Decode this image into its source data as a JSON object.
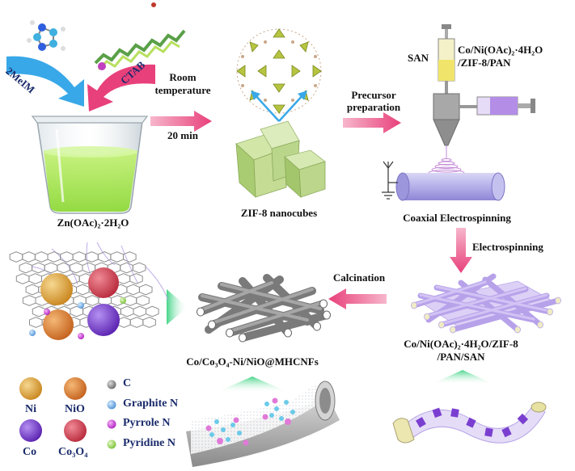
{
  "labels": {
    "mol_2meim": "2MeIM",
    "mol_ctab": "CTAB",
    "beaker": "Zn(OAc)₂·2H₂O",
    "step_room_1": "Room",
    "step_room_2": "temperature",
    "step_room_3": "20 min",
    "zif": "ZIF-8 nanocubes",
    "step_precursor_1": "Precursor",
    "step_precursor_2": "preparation",
    "san": "SAN",
    "core_1": "Co/Ni(OAc)₂·4H₂O",
    "core_2": "/ZIF-8/PAN",
    "coaxial": "Coaxial Electrospinning",
    "step_electrospinning": "Electrospinning",
    "fibers_1": "Co/Ni(OAc)₂·4H₂O/ZIF-8",
    "fibers_2": "/PAN/SAN",
    "step_calcination": "Calcination",
    "product": "Co/Co₃O₄-Ni/NiO@MHCNFs"
  },
  "legend": {
    "ni": "Ni",
    "nio": "NiO",
    "co": "Co",
    "co3o4": "Co₃O₄",
    "c": "C",
    "graphite_n": "Graphite N",
    "pyrrole_n": "Pyrrole N",
    "pyridine_n": "Pyridine N"
  },
  "colors": {
    "arrow_pink": "#e8407a",
    "beaker_liquid": "#a6e84a",
    "zif_cube": "#b9d68a",
    "fiber_purple": "#c9b6ef",
    "carbon_fiber": "#6e6e6e",
    "ni": "#e0a43a",
    "nio": "#e08a3a",
    "co": "#7a3fd0",
    "co3o4": "#d84a5a",
    "c_atom": "#8c8c8c",
    "graphite_n": "#7fb6e8",
    "pyrrole_n": "#d24ad8",
    "pyridine_n": "#a6e063"
  }
}
